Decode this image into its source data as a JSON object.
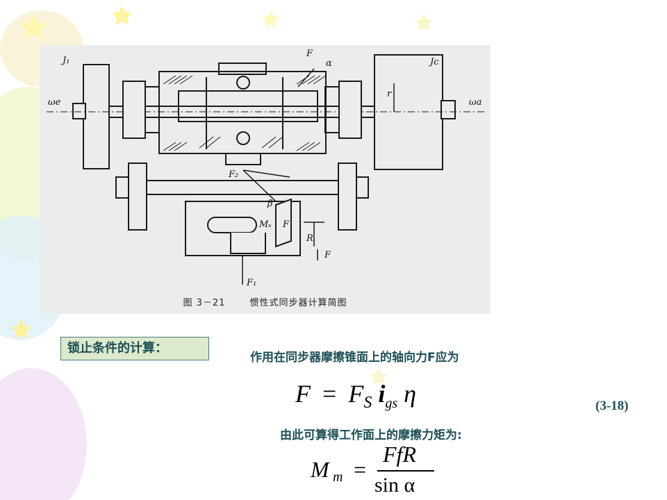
{
  "figure": {
    "caption_number": "图 3－21",
    "caption_title": "惯性式同步器计算简图",
    "labels": {
      "j1": "J₁",
      "jc": "Jc",
      "omega_e": "ωe",
      "omega_a": "ωa",
      "f_top": "F",
      "alpha": "α",
      "r": "r",
      "f2": "F₂",
      "beta": "β",
      "m_s": "Mₛ",
      "f_s": "F",
      "r_big": "R",
      "f_bottom": "F",
      "f1": "F₁"
    }
  },
  "section_label": "锁止条件的计算：",
  "line1": "作用在同步器摩擦锥面上的轴向力F应为",
  "formula1": {
    "lhs": "F",
    "equals": "=",
    "f": "F",
    "f_sub": "S",
    "i": "i",
    "i_sub": "gs",
    "eta": "η"
  },
  "equation_number": "(3-18)",
  "line2": "由此可算得工作面上的摩擦力矩为:",
  "formula2": {
    "m": "M",
    "m_sub": "m",
    "equals": "=",
    "numerator": "FfR",
    "denominator": "sin α"
  }
}
